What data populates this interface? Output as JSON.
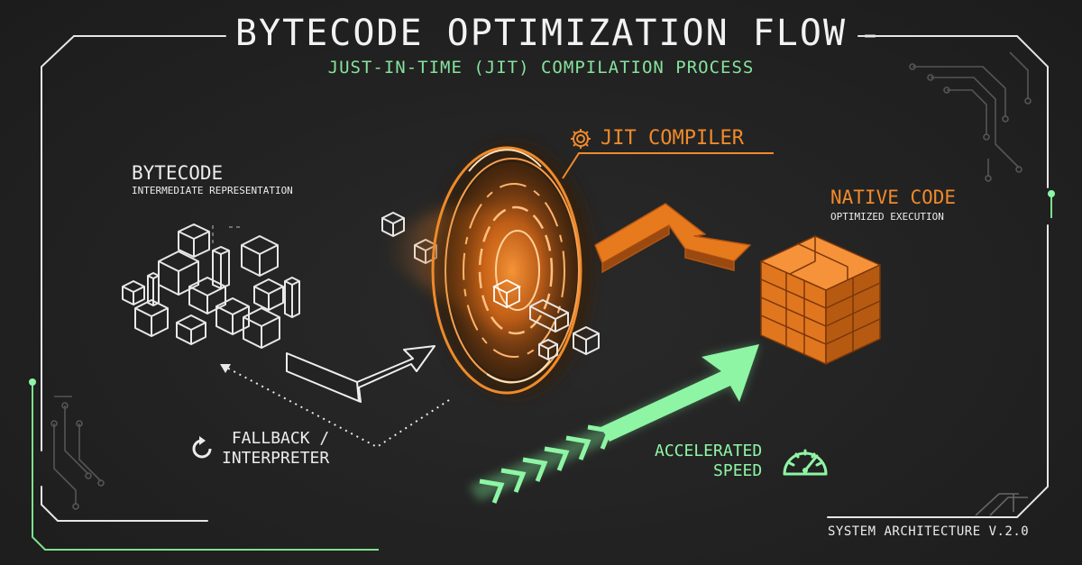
{
  "header": {
    "title": "BYTECODE OPTIMIZATION FLOW",
    "subtitle": "JUST-IN-TIME (JIT) COMPILATION PROCESS"
  },
  "nodes": {
    "bytecode": {
      "heading": "BYTECODE",
      "caption": "INTERMEDIATE REPRESENTATION"
    },
    "jit": {
      "label": "JIT COMPILER",
      "icon": "gear-icon"
    },
    "native": {
      "heading": "NATIVE CODE",
      "caption": "OPTIMIZED EXECUTION"
    }
  },
  "annotations": {
    "fallback": {
      "line1": "FALLBACK /",
      "line2": "INTERPRETER",
      "icon": "refresh-icon"
    },
    "speed": {
      "line1": "ACCELERATED",
      "line2": "SPEED",
      "icon": "speedometer-icon"
    }
  },
  "footer": {
    "version": "SYSTEM ARCHITECTURE V.2.0"
  },
  "colors": {
    "background": "#222222",
    "text": "#ececec",
    "orange": "#f08a2a",
    "green": "#8ef5a4",
    "frame": "#e6e6e6"
  }
}
